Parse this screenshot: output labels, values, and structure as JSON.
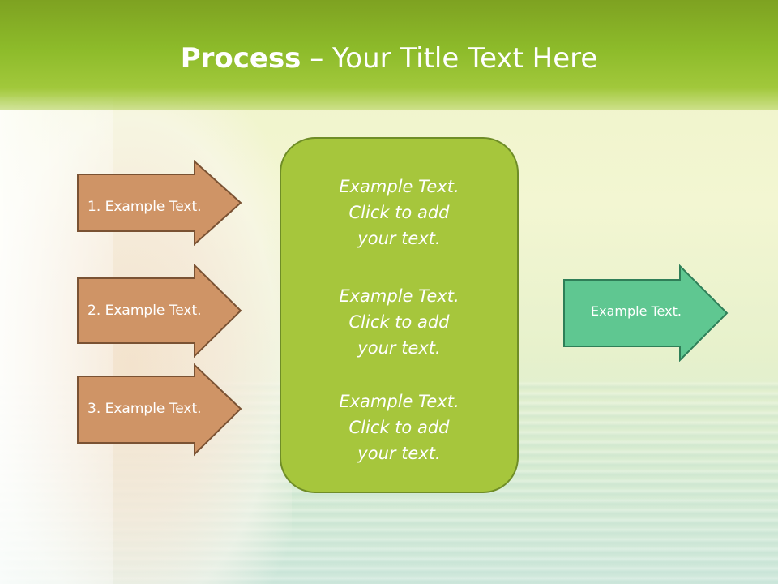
{
  "slide": {
    "title_bold": "Process",
    "title_rest": " – Your Title Text Here"
  },
  "steps": [
    {
      "label": "1. Example Text."
    },
    {
      "label": "2. Example Text."
    },
    {
      "label": "3. Example Text."
    }
  ],
  "center_blocks": [
    {
      "lines": [
        "Example Text.",
        "Click  to add",
        "your text."
      ]
    },
    {
      "lines": [
        "Example Text.",
        "Click  to add",
        "your text."
      ]
    },
    {
      "lines": [
        "Example Text.",
        "Click  to add",
        "your text."
      ]
    }
  ],
  "result": {
    "label": "Example Text."
  },
  "colors": {
    "header": "#8dbb2a",
    "step_arrow": "#cf9466",
    "center_box": "#a6c63c",
    "result_arrow": "#5fc791"
  }
}
